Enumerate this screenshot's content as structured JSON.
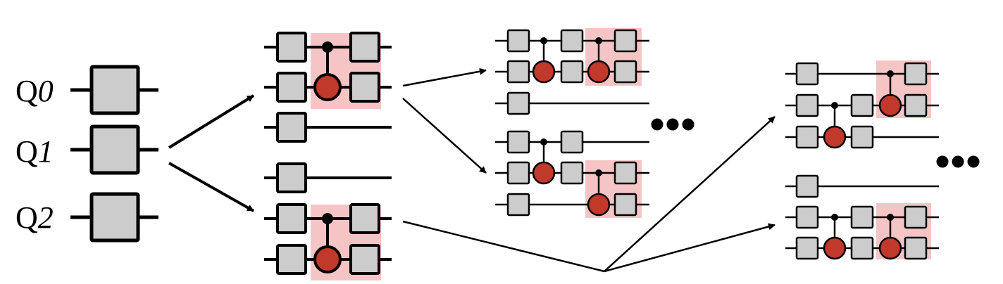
{
  "colors": {
    "gate_fill": "#cccccc",
    "stroke": "#000000",
    "highlight": "#f5c5c5",
    "target_fill": "#c0392b"
  },
  "qubits": [
    {
      "letter": "Q",
      "index": "0"
    },
    {
      "letter": "Q",
      "index": "1"
    },
    {
      "letter": "Q",
      "index": "2"
    }
  ],
  "ellipsis_count": 2
}
